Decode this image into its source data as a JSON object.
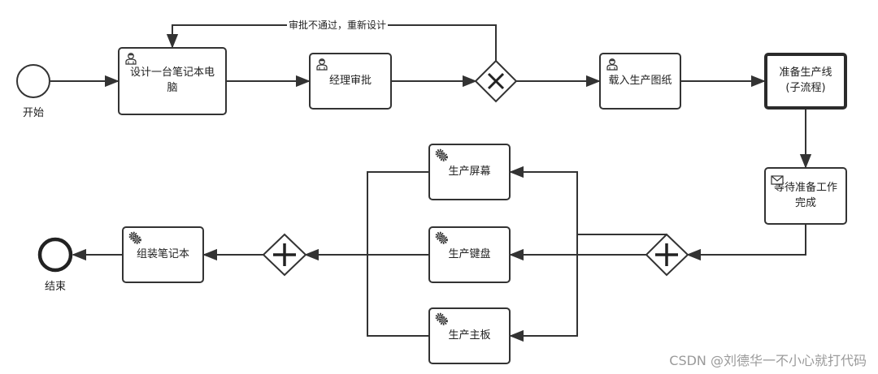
{
  "events": {
    "start": "开始",
    "end": "结束"
  },
  "tasks": {
    "design": [
      "设计一台笔记本电",
      "脑"
    ],
    "review": [
      "经理审批"
    ],
    "load": [
      "载入生产图纸"
    ],
    "prepare": [
      "准备生产线",
      "(子流程)"
    ],
    "wait": [
      "等待准备工作",
      "完成"
    ],
    "screen": [
      "生产屏幕"
    ],
    "keyboard": [
      "生产键盘"
    ],
    "board": [
      "生产主板"
    ],
    "assemble": [
      "组装笔记本"
    ]
  },
  "flows": {
    "reject": "审批不通过，重新设计"
  },
  "icons": {
    "design": "user-task-icon",
    "review": "user-task-icon",
    "load": "user-task-icon",
    "wait": "message-icon",
    "screen": "service-task-icon",
    "keyboard": "service-task-icon",
    "board": "service-task-icon",
    "assemble": "service-task-icon"
  },
  "gateways": {
    "decision": "exclusive",
    "split": "parallel",
    "join": "parallel"
  },
  "watermark": "CSDN @刘德华一不小心就打代码"
}
